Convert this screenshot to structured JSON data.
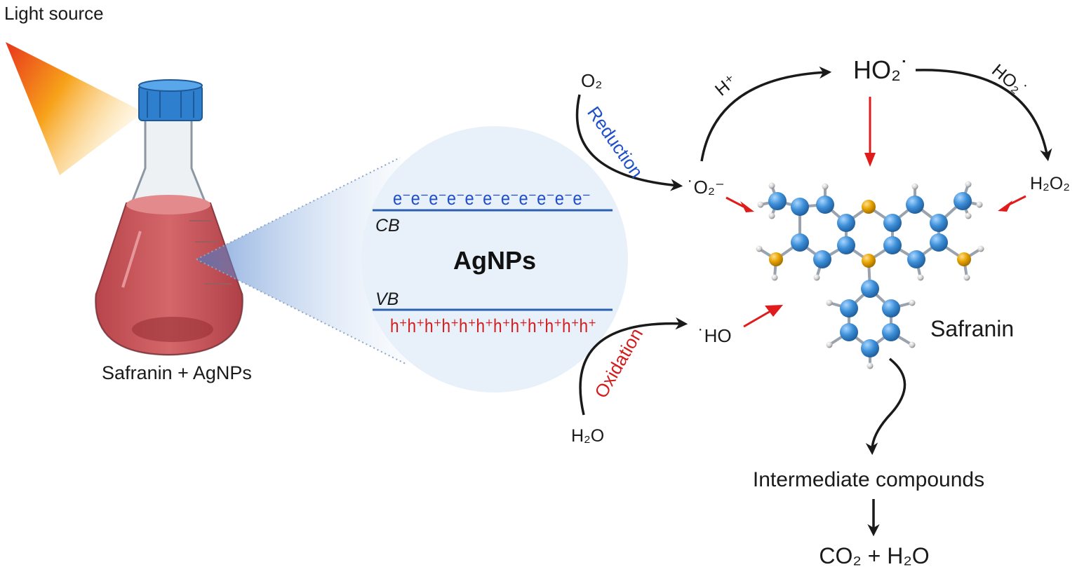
{
  "light_source_label": "Light source",
  "flask_label": "Safranin + AgNPs",
  "catalyst_label": "AgNPs",
  "cb_label": "CB",
  "vb_label": "VB",
  "electrons": "e⁻e⁻e⁻e⁻e⁻e⁻e⁻e⁻e⁻e⁻e⁻",
  "holes": "h⁺h⁺h⁺h⁺h⁺h⁺h⁺h⁺h⁺h⁺h⁺h⁺",
  "reduction_label": "Reduction",
  "oxidation_label": "Oxidation",
  "o2_label": "O₂",
  "superoxide_label": "˙O₂⁻",
  "h_plus_label": "H⁺",
  "ho2_label": "HO₂˙",
  "ho2_arc_label": "HO₂˙",
  "h2o2_label": "H₂O₂",
  "h2o_label": "H₂O",
  "hydroxyl_label": "˙HO",
  "molecule_label": "Safranin",
  "intermediate_label": "Intermediate compounds",
  "product_label": "CO₂ + H₂O",
  "colors": {
    "electron_blue": "#1f4fc9",
    "hole_red": "#d41c1c",
    "band_line": "#2b5fb0",
    "attack_arrow": "#e01b1b",
    "liquid": "#c9585b",
    "cap": "#2f7fcf",
    "atom_carbon": "#3d8fd8",
    "atom_nitrogen": "#e6a100"
  }
}
